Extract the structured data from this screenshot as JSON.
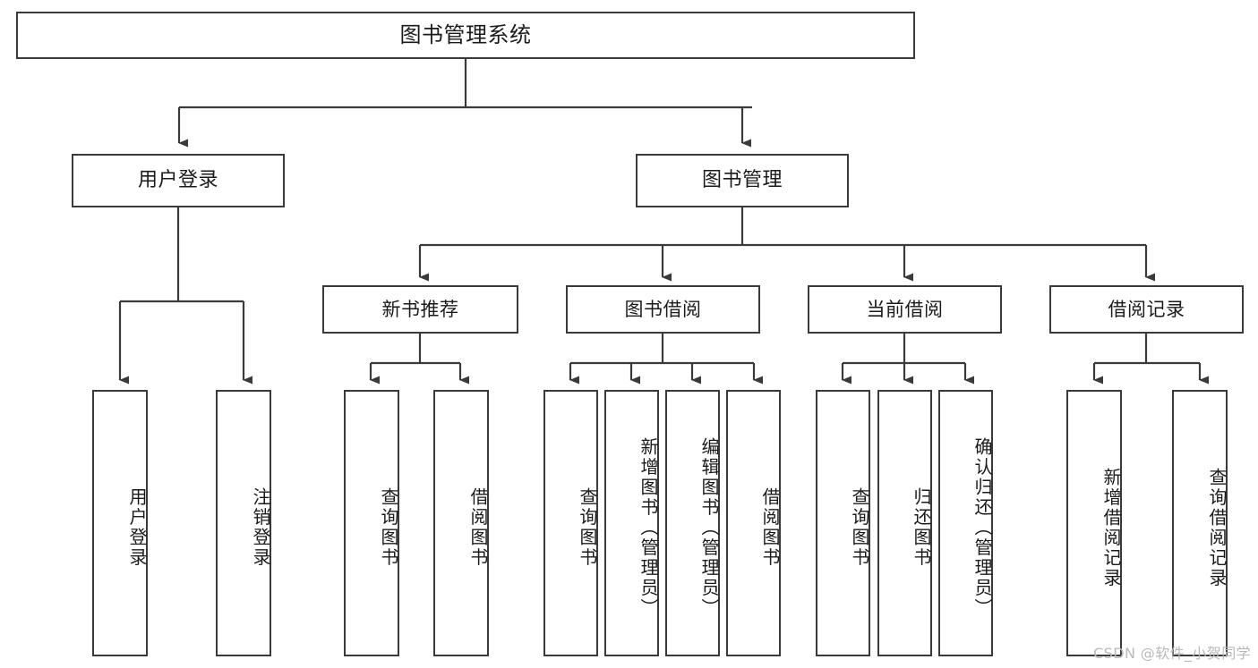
{
  "diagram": {
    "title": "图书管理系统",
    "type": "hierarchy-tree",
    "stroke_color": "#3a3a3a",
    "text_color": "#1b1b1b",
    "background_color": "#ffffff",
    "nodes": {
      "root": {
        "label": "图书管理系统"
      },
      "user_login": {
        "label": "用户登录"
      },
      "book_manage": {
        "label": "图书管理"
      },
      "new_book_rec": {
        "label": "新书推荐"
      },
      "book_borrow": {
        "label": "图书借阅"
      },
      "current_borrow": {
        "label": "当前借阅"
      },
      "borrow_record": {
        "label": "借阅记录"
      },
      "leaf_user_login": {
        "label": "用户登录"
      },
      "leaf_logout": {
        "label": "注销登录"
      },
      "leaf_query_book_1": {
        "label": "查询图书"
      },
      "leaf_borrow_book_1": {
        "label": "借阅图书"
      },
      "leaf_query_book_2": {
        "label": "查询图书"
      },
      "leaf_add_book": {
        "label": "新增图书（管理员）"
      },
      "leaf_edit_book": {
        "label": "编辑图书（管理员）"
      },
      "leaf_borrow_book_2": {
        "label": "借阅图书"
      },
      "leaf_query_book_3": {
        "label": "查询图书"
      },
      "leaf_return_book": {
        "label": "归还图书"
      },
      "leaf_confirm_return": {
        "label": "确认归还（管理员）"
      },
      "leaf_add_record": {
        "label": "新增借阅记录"
      },
      "leaf_query_record": {
        "label": "查询借阅记录"
      }
    }
  },
  "watermark": {
    "text": "CSDN @软件_小贺同学"
  }
}
